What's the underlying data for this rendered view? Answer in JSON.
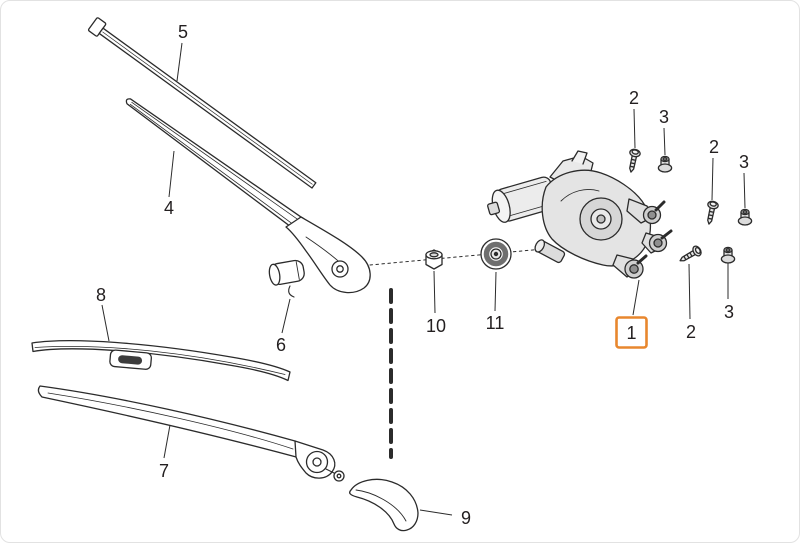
{
  "figure": {
    "type": "exploded-parts-diagram",
    "background_color": "#ffffff",
    "line_color": "#2b2b2b",
    "highlight_color": "#E8872E",
    "highlighted_label": "1",
    "labels": {
      "p1": "1",
      "p2a": "2",
      "p3a": "3",
      "p2b": "2",
      "p3b": "3",
      "p2c": "2",
      "p3c": "3",
      "p4": "4",
      "p5": "5",
      "p6": "6",
      "p7": "7",
      "p8": "8",
      "p9": "9",
      "p10": "10",
      "p11": "11"
    }
  }
}
